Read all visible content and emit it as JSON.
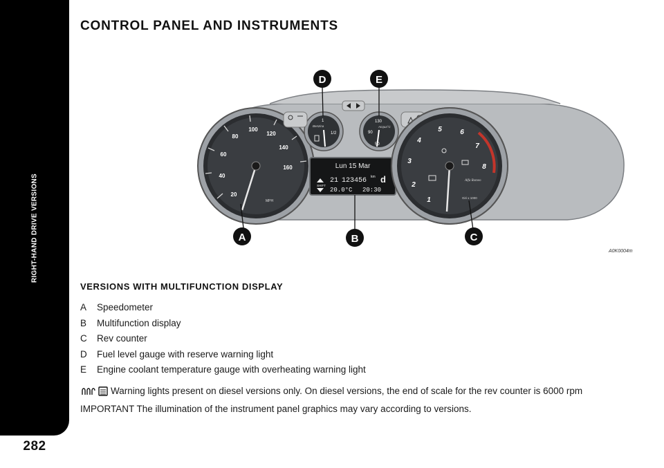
{
  "sidebar": {
    "label": "RIGHT-HAND DRIVE VERSIONS",
    "page_number": "282"
  },
  "title": "CONTROL PANEL AND INSTRUMENTS",
  "figure": {
    "code": "A0K0004m",
    "callouts": [
      "A",
      "B",
      "C",
      "D",
      "E"
    ],
    "speed_ticks": [
      "20",
      "40",
      "60",
      "80",
      "100",
      "120",
      "140",
      "160"
    ],
    "speed_unit": "MPH",
    "rev_ticks": [
      "1",
      "2",
      "3",
      "4",
      "5",
      "6",
      "7",
      "8"
    ],
    "rev_unit": "Giri x 1000",
    "fuel_label": "Benzina",
    "fuel_marks": [
      "1",
      "1/2"
    ],
    "temp_label": "Acqua°C",
    "temp_marks": [
      "130",
      "90",
      "50"
    ],
    "display": {
      "date": "Lun 15 Mar",
      "odometer": "123456",
      "odometer_unit": "km",
      "trip_prefix": "21",
      "outside_temp": "20.0°C",
      "clock": "20:30",
      "gear_letter": "d",
      "shift_label": "SHIFT"
    },
    "brand": "Alfa Romeo"
  },
  "subtitle": "VERSIONS WITH MULTIFUNCTION DISPLAY",
  "items": [
    {
      "key": "A",
      "text": "Speedometer"
    },
    {
      "key": "B",
      "text": "Multifunction display"
    },
    {
      "key": "C",
      "text": "Rev counter"
    },
    {
      "key": "D",
      "text": "Fuel level gauge with reserve warning light"
    },
    {
      "key": "E",
      "text": "Engine coolant temperature gauge with overheating warning light"
    }
  ],
  "note": {
    "icons": [
      "glow-plug-icon",
      "diesel-filter-icon"
    ],
    "text": "Warning lights present on diesel versions only. On diesel versions, the end of scale for the rev counter is 6000 rpm"
  },
  "important": "IMPORTANT The illumination of the instrument panel graphics may vary according to versions."
}
